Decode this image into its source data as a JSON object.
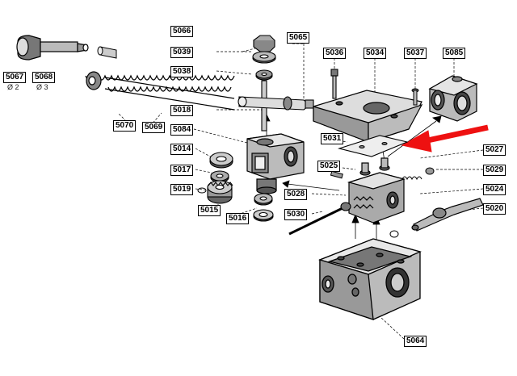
{
  "part_labels": {
    "p5066": "5066",
    "p5065": "5065",
    "p5039": "5039",
    "p5038": "5038",
    "p5036": "5036",
    "p5034": "5034",
    "p5037": "5037",
    "p5085": "5085",
    "p5067": "5067",
    "p5068": "5068",
    "p5070": "5070",
    "p5069": "5069",
    "p5018": "5018",
    "p5084": "5084",
    "p5031": "5031",
    "p5027": "5027",
    "p5014": "5014",
    "p5025": "5025",
    "p5029": "5029",
    "p5017": "5017",
    "p5019": "5019",
    "p5028": "5028",
    "p5024": "5024",
    "p5015": "5015",
    "p5016": "5016",
    "p5030": "5030",
    "p5020": "5020",
    "p5064": "5064"
  },
  "sub_labels": {
    "s5067": "Ø 2",
    "s5068": "Ø 3"
  },
  "colors": {
    "ink": "#000000",
    "paper": "#ffffff",
    "arrow": "#ee1111"
  }
}
